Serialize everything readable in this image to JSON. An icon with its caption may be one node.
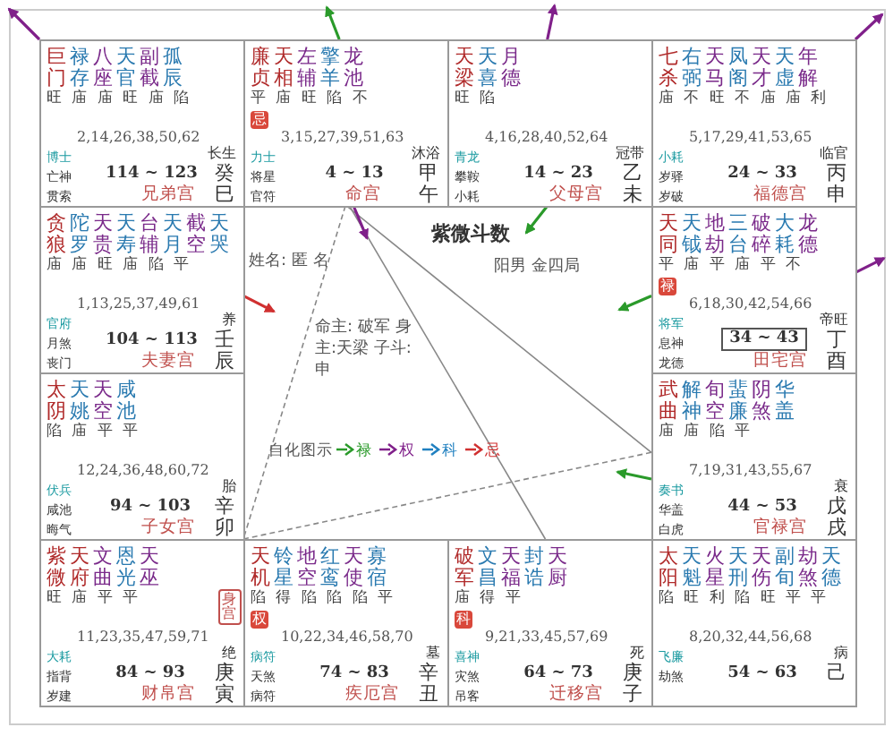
{
  "diagram": {
    "nodes": [
      {
        "text": [
          "巨门",
          "禄存",
          "八座",
          "天官",
          "副截",
          "孤辰",
          "旺 庙 庙 旺 庙 陷",
          "2,14,26,38,50,62",
          "博士",
          "亡神",
          "贯索",
          "114 ~ 123",
          "长生",
          "癸",
          "兄弟宫",
          "巳"
        ]
      },
      {
        "text": [
          "廉贞",
          "天相",
          "左辅",
          "擎羊",
          "龙池",
          "平 庙 旺 陷 不",
          "忌",
          "3,15,27,39,51,63",
          "力士",
          "将星",
          "官符",
          "4 ~ 13",
          "沐浴",
          "甲",
          "命宫",
          "午"
        ]
      },
      {
        "text": [
          "天梁",
          "天喜",
          "月德",
          "旺 陷",
          "4,16,28,40,52,64",
          "青龙",
          "攀鞍",
          "小耗",
          "14 ~ 23",
          "冠带",
          "乙",
          "父母宫",
          "未"
        ]
      },
      {
        "text": [
          "七杀",
          "右弼",
          "天马",
          "凤阁",
          "天才",
          "天虚",
          "年解",
          "庙 不 旺 不 庙 庙 利",
          "5,17,29,41,53,65",
          "小耗",
          "岁驿",
          "岁破",
          "24 ~ 33",
          "临官",
          "丙",
          "福德宫",
          "申"
        ]
      },
      {
        "text": [
          "贪狼",
          "陀罗",
          "天贵",
          "天寿",
          "台辅",
          "天月",
          "截空",
          "天哭",
          "庙 庙 旺 庙 陷 平",
          "1,13,25,37,49,61",
          "官府",
          "月煞",
          "丧门",
          "104 ~ 113",
          "养",
          "壬",
          "夫妻宫",
          "辰"
        ]
      },
      {
        "text": [
          "紫微斗数",
          "姓名: 匿 名",
          "阳男 金四局",
          "命主: 破军 身主:天梁 子斗:申"
        ]
      },
      {
        "text": [
          "天同",
          "天钺",
          "地劫",
          "三台",
          "破碎",
          "大耗",
          "龙德",
          "平 庙 平 庙 平 不",
          "禄",
          "6,18,30,42,54,66",
          "将军",
          "息神",
          "龙德",
          "34 ~ 43",
          "帝旺",
          "丁",
          "田宅宫",
          "酉"
        ]
      },
      {
        "text": [
          "太阴",
          "天姚",
          "天空",
          "咸池",
          "陷 庙 平 平",
          "12,24,36,48,60,72",
          "伏兵",
          "咸池",
          "晦气",
          "94 ~ 103",
          "胎",
          "辛",
          "子女宫",
          "卯"
        ]
      },
      {
        "text": [
          "武曲",
          "解神",
          "旬空",
          "蜚廉",
          "阴煞",
          "华盖",
          "庙 庙 陷 平",
          "7,19,31,43,55,67",
          "奏书",
          "华盖",
          "白虎",
          "44 ~ 53",
          "衰",
          "戊",
          "官禄宫",
          "戌"
        ]
      },
      {
        "text": [
          "紫微",
          "天府",
          "文曲",
          "恩光",
          "天巫",
          "旺 庙 平 平",
          "身宫",
          "11,23,35,47,59,71",
          "大耗",
          "指背",
          "岁建",
          "84 ~ 93",
          "绝",
          "庚",
          "财帛宫",
          "寅"
        ]
      },
      {
        "text": [
          "天机",
          "铃星",
          "地空",
          "红鸾",
          "天使",
          "寡宿",
          "陷 得 陷 陷 陷 平",
          "权",
          "10,22,34,46,58,70",
          "病符",
          "天煞",
          "病符",
          "74 ~ 83",
          "墓",
          "辛",
          "疾厄宫",
          "丑"
        ]
      },
      {
        "text": [
          "破军",
          "文昌",
          "天福",
          "封诰",
          "天厨",
          "庙 得 平",
          "科",
          "9,21,33,45,57,69",
          "喜神",
          "灾煞",
          "吊客",
          "64 ~ 73",
          "死",
          "庚",
          "迁移宫",
          "子"
        ]
      },
      {
        "text": [
          "太阳",
          "天魁",
          "火星",
          "天刑",
          "天伤",
          "副旬",
          "劫煞",
          "天德",
          "陷 旺 利 陷 旺 平 平",
          "8,20,32,44,56,68",
          "飞廉",
          "劫煞",
          "54 ~ 63",
          "病",
          "己"
        ]
      }
    ],
    "edges": [
      {
        "from": 1,
        "to": 8,
        "arrow": "none",
        "color": "#888888"
      },
      {
        "from": 1,
        "to": 9,
        "arrow": "none",
        "style": "dashed",
        "color": "#888888"
      },
      {
        "from": 9,
        "to": 8,
        "arrow": "none",
        "style": "dashed",
        "color": "#888888"
      },
      {
        "from": 1,
        "to": 11,
        "arrow": "none",
        "color": "#888888"
      },
      {
        "from": 0,
        "to": null,
        "arrow": "to",
        "color": "#80208a"
      },
      {
        "from": 1,
        "to": null,
        "arrow": "to",
        "color": "#2a9a2a"
      },
      {
        "from": 2,
        "to": null,
        "arrow": "to",
        "color": "#80208a"
      },
      {
        "from": 3,
        "to": null,
        "arrow": "to",
        "color": "#80208a"
      },
      {
        "from": 6,
        "to": null,
        "arrow": "to",
        "color": "#80208a"
      },
      {
        "from": 4,
        "to": 5,
        "arrow": "to",
        "color": "#d03030"
      },
      {
        "from": 1,
        "to": 5,
        "arrow": "to",
        "color": "#80208a"
      },
      {
        "from": 2,
        "to": 5,
        "arrow": "to",
        "color": "#2a9a2a"
      },
      {
        "from": 6,
        "to": 5,
        "arrow": "to",
        "color": "#2a9a2a"
      },
      {
        "from": 8,
        "to": null,
        "arrow": "to",
        "color": "#2a9a2a"
      }
    ],
    "labels": [
      "自化图示"
    ],
    "legend": [
      {
        "text": "禄",
        "color": "#2a9a2a"
      },
      {
        "text": "权",
        "color": "#80208a"
      },
      {
        "text": "科",
        "color": "#2080c0"
      },
      {
        "text": "忌",
        "color": "#d03030"
      }
    ]
  }
}
